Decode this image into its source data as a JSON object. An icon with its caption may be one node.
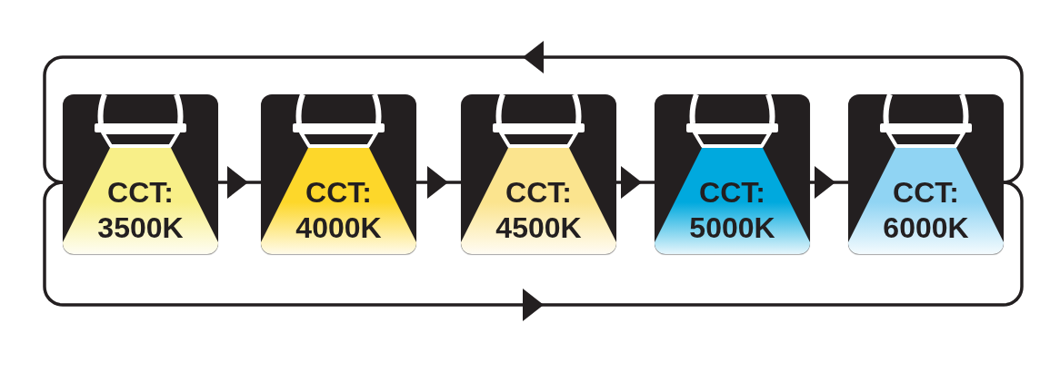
{
  "diagram": {
    "nodes": [
      {
        "text": [
          "CCT: 3500K"
        ]
      },
      {
        "text": [
          "CCT: 4000K"
        ]
      },
      {
        "text": [
          "CCT: 4500K"
        ]
      },
      {
        "text": [
          "CCT: 5000K"
        ]
      },
      {
        "text": [
          "CCT: 6000K"
        ]
      }
    ],
    "edges": [
      {
        "from": 0,
        "to": 1,
        "arrow": "to"
      },
      {
        "from": 1,
        "to": 2,
        "arrow": "to"
      },
      {
        "from": 2,
        "to": 3,
        "arrow": "to"
      },
      {
        "from": 3,
        "to": 4,
        "arrow": "to"
      },
      {
        "from": 4,
        "to": 0,
        "arrow": "to"
      },
      {
        "from": 0,
        "to": 4,
        "arrow": "to"
      }
    ]
  }
}
